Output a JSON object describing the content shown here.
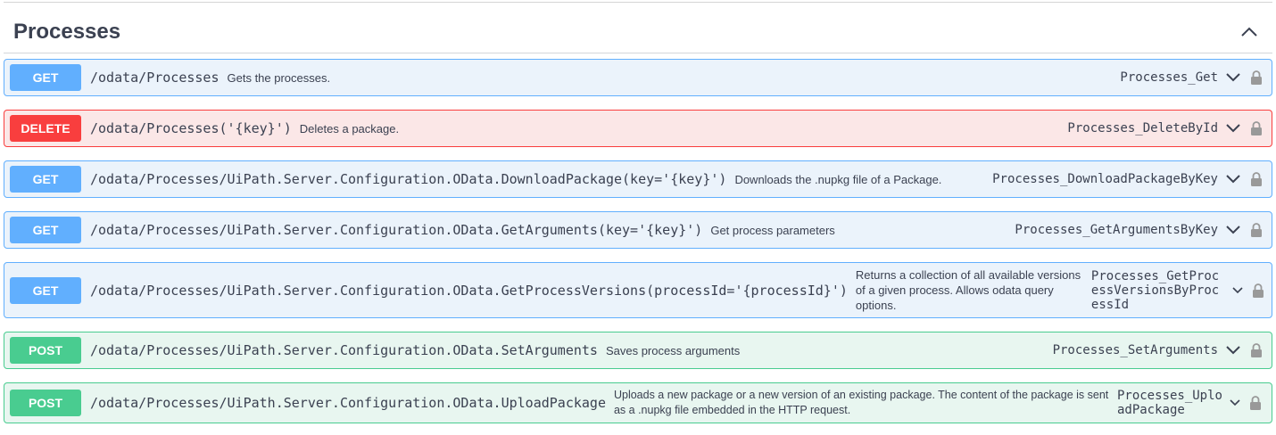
{
  "section": {
    "title": "Processes"
  },
  "operations": [
    {
      "method": "GET",
      "path": "/odata/Processes",
      "summary": "Gets the processes.",
      "operation_id": "Processes_Get"
    },
    {
      "method": "DELETE",
      "path": "/odata/Processes('{key}')",
      "summary": "Deletes a package.",
      "operation_id": "Processes_DeleteById"
    },
    {
      "method": "GET",
      "path": "/odata/Processes/UiPath.Server.Configuration.OData.DownloadPackage(key='{key}')",
      "summary": "Downloads the .nupkg file of a Package.",
      "operation_id": "Processes_DownloadPackageByKey"
    },
    {
      "method": "GET",
      "path": "/odata/Processes/UiPath.Server.Configuration.OData.GetArguments(key='{key}')",
      "summary": "Get process parameters",
      "operation_id": "Processes_GetArgumentsByKey"
    },
    {
      "method": "GET",
      "path": "/odata/Processes/UiPath.Server.Configuration.OData.GetProcessVersions(processId='{processId}')",
      "summary": "Returns a collection of all available versions of a given process. Allows odata query options.",
      "operation_id": "Processes_GetProcessVersionsByProcessId"
    },
    {
      "method": "POST",
      "path": "/odata/Processes/UiPath.Server.Configuration.OData.SetArguments",
      "summary": "Saves process arguments",
      "operation_id": "Processes_SetArguments"
    },
    {
      "method": "POST",
      "path": "/odata/Processes/UiPath.Server.Configuration.OData.UploadPackage",
      "summary": "Uploads a new package or a new version of an existing package. The content of the package is sent as a .nupkg file embedded in the HTTP request.",
      "operation_id": "Processes_UploadPackage"
    }
  ],
  "colors": {
    "get": "#61affe",
    "delete": "#f93e3e",
    "post": "#49cc90"
  },
  "icons": {
    "collapse": "chevron-up-icon",
    "expand": "chevron-down-icon",
    "auth": "lock-icon"
  }
}
